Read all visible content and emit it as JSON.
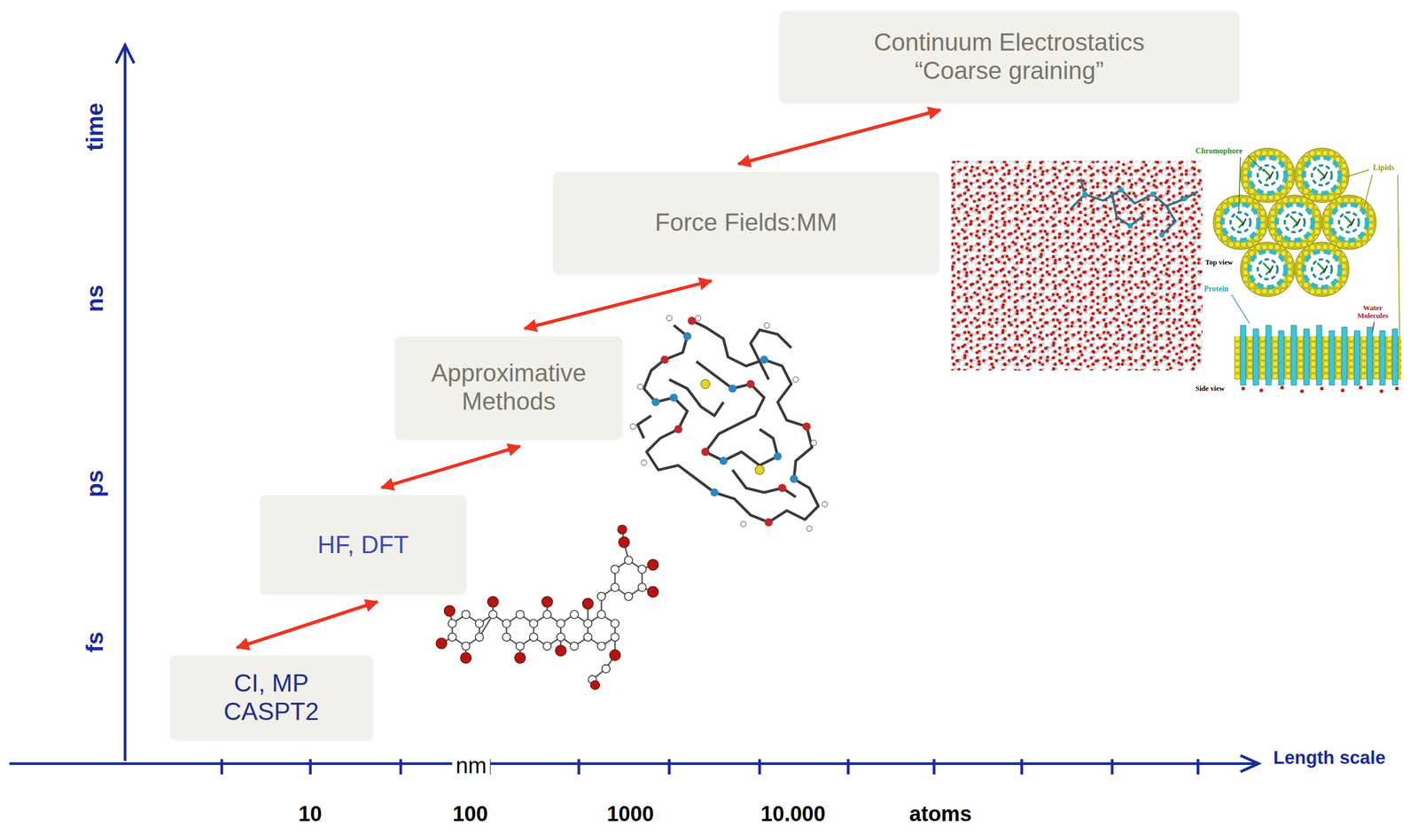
{
  "diagram": {
    "nodes": [
      {
        "text": [
          "CI, MP",
          "CASPT2"
        ]
      },
      {
        "text": [
          "HF, DFT"
        ]
      },
      {
        "text": [
          "Approximative Methods"
        ]
      },
      {
        "text": [
          "Force Fields:MM"
        ]
      },
      {
        "text": [
          "Continuum Electrostatics",
          "“Coarse graining”"
        ]
      }
    ],
    "edges": [
      {
        "from": 0,
        "to": 1,
        "arrow": "both"
      },
      {
        "from": 1,
        "to": 2,
        "arrow": "both"
      },
      {
        "from": 2,
        "to": 3,
        "arrow": "both"
      },
      {
        "from": 3,
        "to": 4,
        "arrow": "both"
      }
    ],
    "labels": [
      "time",
      "ns",
      "ps",
      "fs",
      "Length scale",
      "nm",
      "10",
      "100",
      "1000",
      "10.000",
      "atoms",
      "Chromophore",
      "Lipids",
      "Top view",
      "Protein",
      "Water Molecules",
      "Side view"
    ]
  }
}
